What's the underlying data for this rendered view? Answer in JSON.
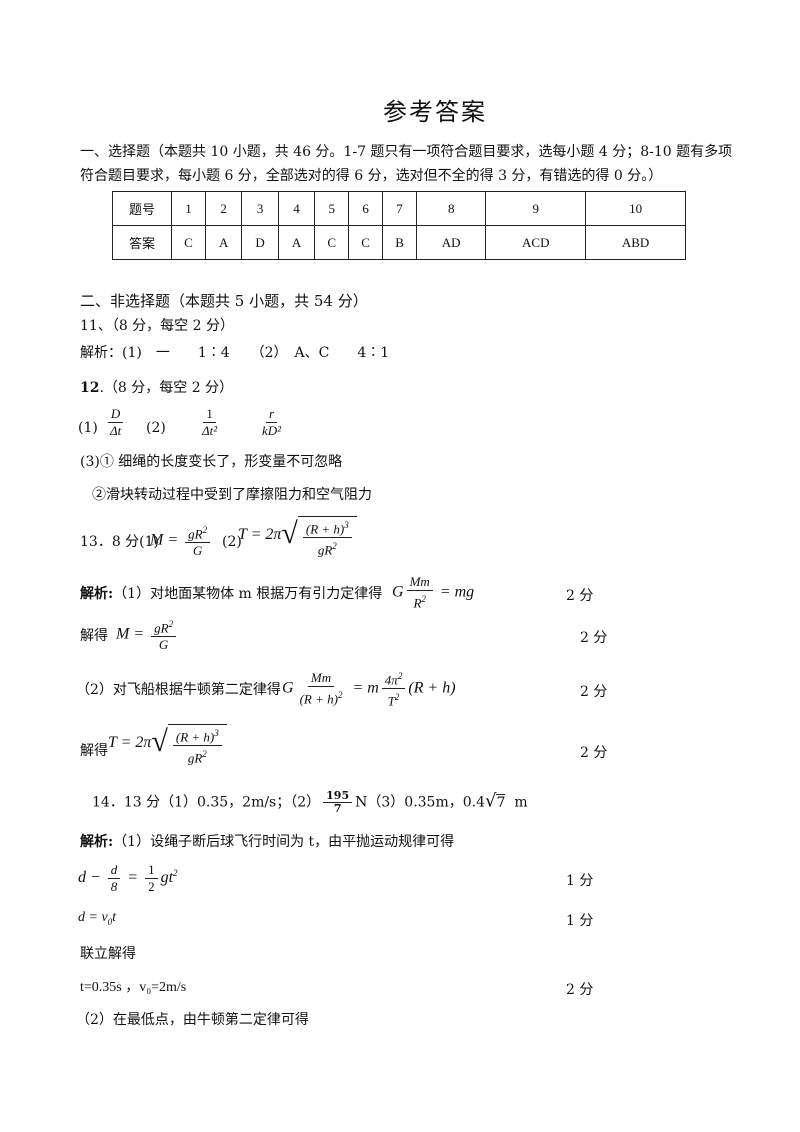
{
  "title": "参考答案",
  "section1": {
    "line1": "一、选择题（本题共 10 小题，共 46 分。1-7 题只有一项符合题目要求，选每小题 4 分；8-10 题有多项",
    "line2": "符合题目要求，每小题 6 分，全部选对的得 6 分，选对但不全的得 3 分，有错选的得 0 分。）"
  },
  "answer_table": {
    "row_label_1": "题号",
    "row_label_2": "答案",
    "numbers": [
      "1",
      "2",
      "3",
      "4",
      "5",
      "6",
      "7",
      "8",
      "9",
      "10"
    ],
    "answers": [
      "C",
      "A",
      "D",
      "A",
      "C",
      "C",
      "B",
      "AD",
      "ACD",
      "ABD"
    ]
  },
  "section2": {
    "heading": "二、非选择题（本题共 5 小题，共 54 分）"
  },
  "q11": {
    "header": "11、（8 分，每空 2 分）",
    "analysis": "解析：(1)　一　　1∶4　　（2）　A、C　　4∶1"
  },
  "q12": {
    "number": "12",
    "header_rest": ".（8 分，每空 2 分）",
    "p1": "(1)",
    "p2": "(2)",
    "f1_num": "D",
    "f1_den": "Δt",
    "f2_num": "1",
    "f2_den": "Δt²",
    "f3_num": "r",
    "f3_den": "kD²",
    "line3": "(3)① 细绳的长度变长了，形变量不可忽略",
    "line4": "②滑块转动过程中受到了摩擦阻力和空气阻力"
  },
  "q13": {
    "header": "13．8 分(1)",
    "part2": "(2)",
    "analysis_label": "解析:",
    "a1": "（1）对地面某物体 m 根据万有引力定律得",
    "a2": "解得",
    "a3": "（2）对飞船根据牛顿第二定律得",
    "a4": "解得",
    "score1": "2 分",
    "score2": "2 分",
    "score3": "2 分",
    "score4": "2 分"
  },
  "q14": {
    "header_a": "14．13 分（1）0.35，2m/s；（2）",
    "frac_num": "195",
    "frac_den": "7",
    "header_b": "N（3）0.35m，0.4",
    "root": "7",
    "header_c": "m",
    "analysis_label": "解析:",
    "a1": "（1）设绳子断后球飞行时间为 t，由平抛运动规律可得",
    "a2": "联立解得",
    "a3": "t=0.35s ，v₀=2m/s",
    "a4": "（2）在最低点，由牛顿第二定律可得",
    "score1": "1 分",
    "score2": "1 分",
    "score3": "2 分"
  }
}
